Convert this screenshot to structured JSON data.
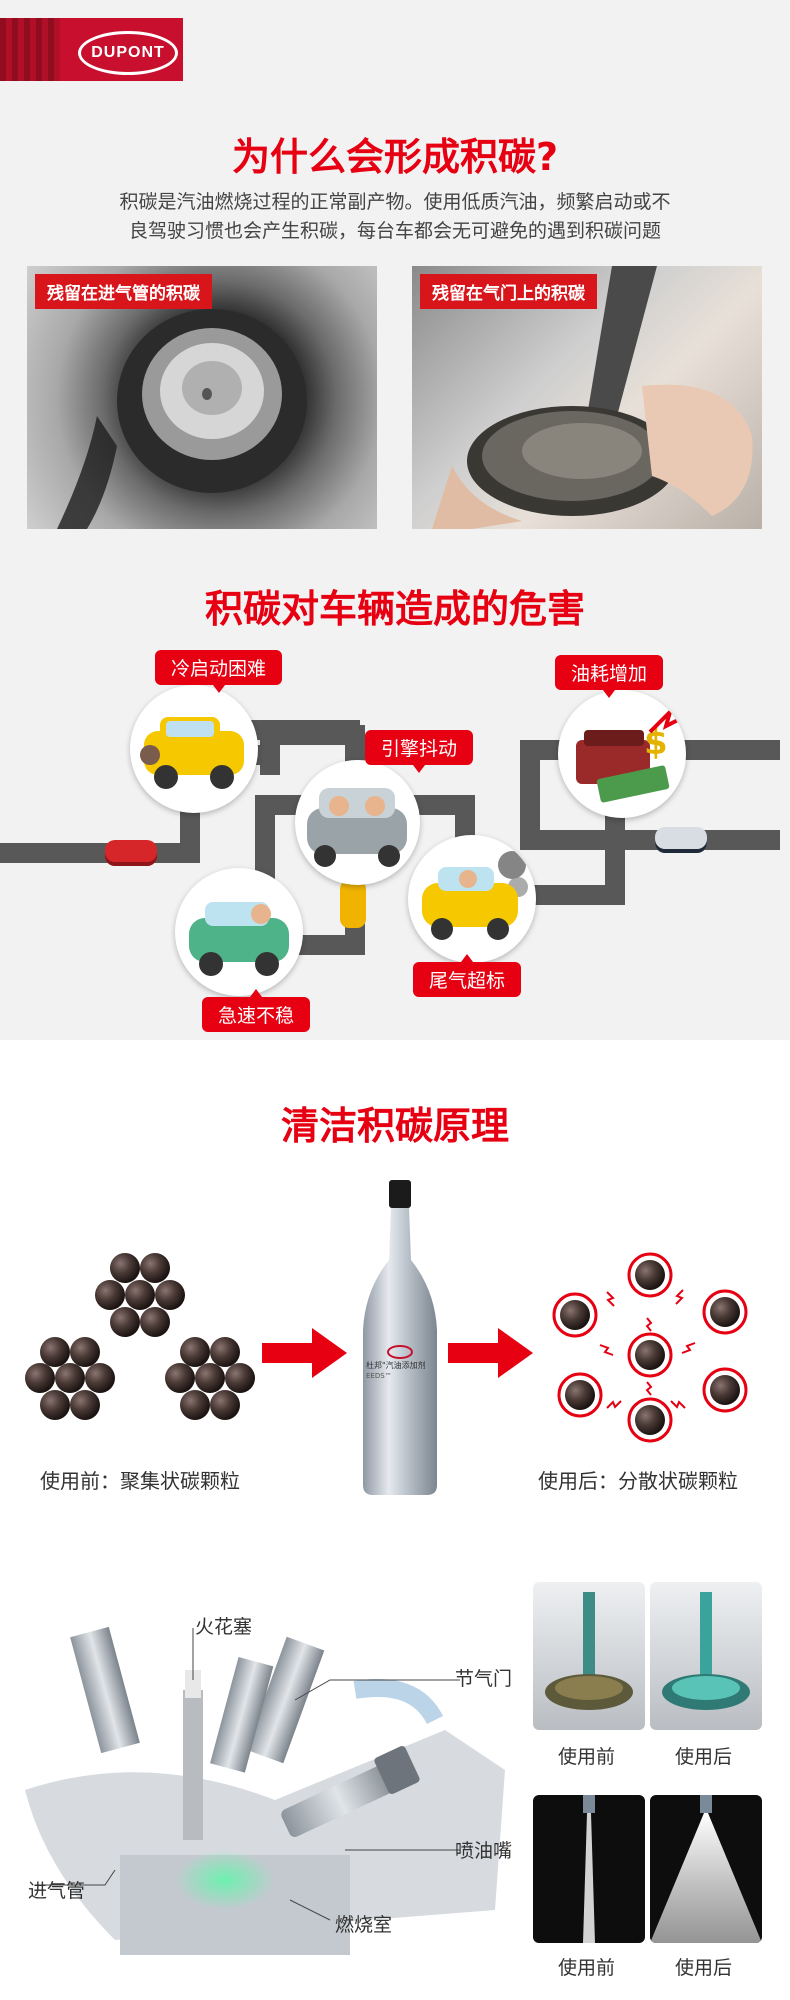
{
  "brand": {
    "logo_text": "DUPONT"
  },
  "section1": {
    "title": "为什么会形成积碳?",
    "description_line1": "积碳是汽油燃烧过程的正常副产物。使用低质汽油，频繁启动或不",
    "description_line2": "良驾驶习惯也会产生积碳，每台车都会无可避免的遇到积碳问题",
    "photos": [
      {
        "label": "残留在进气管的积碳"
      },
      {
        "label": "残留在气门上的积碳"
      }
    ]
  },
  "section2": {
    "title": "积碳对车辆造成的危害",
    "hazards": [
      {
        "label": "冷启动困难"
      },
      {
        "label": "引擎抖动"
      },
      {
        "label": "油耗增加"
      },
      {
        "label": "尾气超标"
      },
      {
        "label": "急速不稳"
      }
    ]
  },
  "section3": {
    "title": "清洁积碳原理",
    "before_caption": "使用前：聚集状碳颗粒",
    "after_caption": "使用后：分散状碳颗粒",
    "bottle_label_line1": "杜邦\"汽油添加剂",
    "bottle_label_line2": "EEDS™"
  },
  "section4": {
    "engine_labels": {
      "spark_plug": "火花塞",
      "throttle": "节气门",
      "injector": "喷油嘴",
      "intake": "进气管",
      "chamber": "燃烧室"
    },
    "comparison": [
      {
        "before": "使用前",
        "after": "使用后"
      },
      {
        "before": "使用前",
        "after": "使用后"
      }
    ]
  },
  "colors": {
    "accent": "#e60012",
    "road": "#585858",
    "bg_gray": "#f2f2f2"
  }
}
